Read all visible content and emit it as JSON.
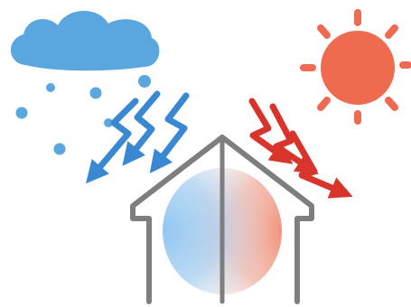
{
  "scene": {
    "weather_left": {
      "icon": "cloud-with-rain",
      "color": "#5aa6de"
    },
    "weather_right": {
      "icon": "sun",
      "color": "#ee6b50"
    },
    "cold_arrows": {
      "count": 3,
      "direction": "into-house",
      "color": "#3a88d2"
    },
    "heat_arrows": {
      "count": 3,
      "direction": "into-house",
      "color": "#d8342b"
    },
    "house": {
      "icon": "house-outline",
      "outline_color": "#7e7e80",
      "left_half_color": "#f08a72",
      "right_half_color": "#8cc3ef"
    }
  }
}
